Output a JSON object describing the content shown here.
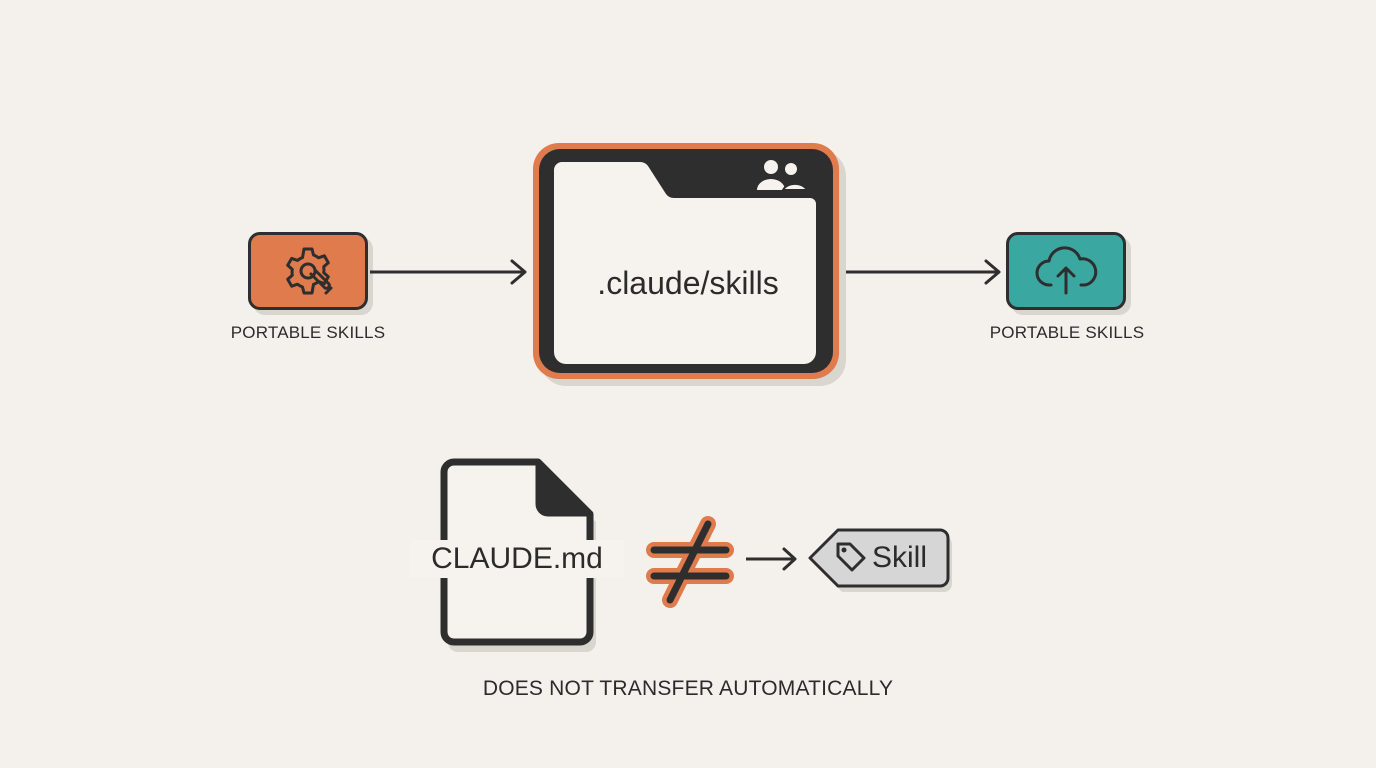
{
  "left_node": {
    "label": "PORTABLE SKILLS",
    "icon": "gear-wrench-icon",
    "color": "#e07b4d"
  },
  "center_folder": {
    "label": ".claude/skills",
    "icon": "users-icon",
    "accent_color": "#e07b4d"
  },
  "right_node": {
    "label": "PORTABLE SKILLS",
    "icon": "cloud-upload-icon",
    "color": "#3aa7a0"
  },
  "bottom": {
    "file_label": "CLAUDE.md",
    "not_equal_symbol": "≠",
    "tag_label": "Skill",
    "tag_icon": "tag-icon",
    "caption": "DOES NOT TRANSFER AUTOMATICALLY"
  }
}
